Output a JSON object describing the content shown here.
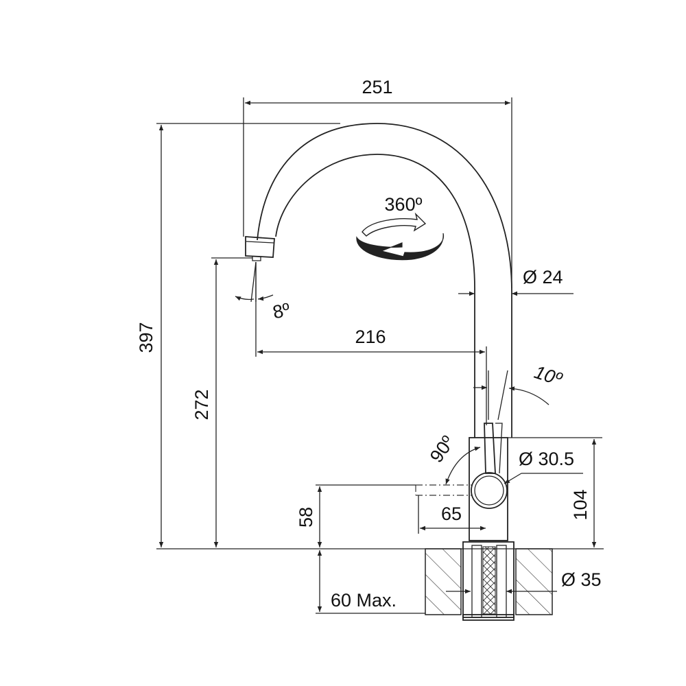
{
  "dimensions": {
    "width_total": "251",
    "height_total": "397",
    "spout_height": "272",
    "spout_reach": "216",
    "spout_tilt": "8º",
    "rotation": "360º",
    "tube_diameter": "Ø 24",
    "lever_tilt": "10º",
    "lever_angle": "90º",
    "body_diameter": "Ø 30.5",
    "body_height": "104",
    "lever_height": "58",
    "lever_reach": "65",
    "hole_diameter": "Ø 35",
    "counter_thickness": "60 Max."
  },
  "colors": {
    "line": "#222222",
    "background": "#ffffff"
  }
}
